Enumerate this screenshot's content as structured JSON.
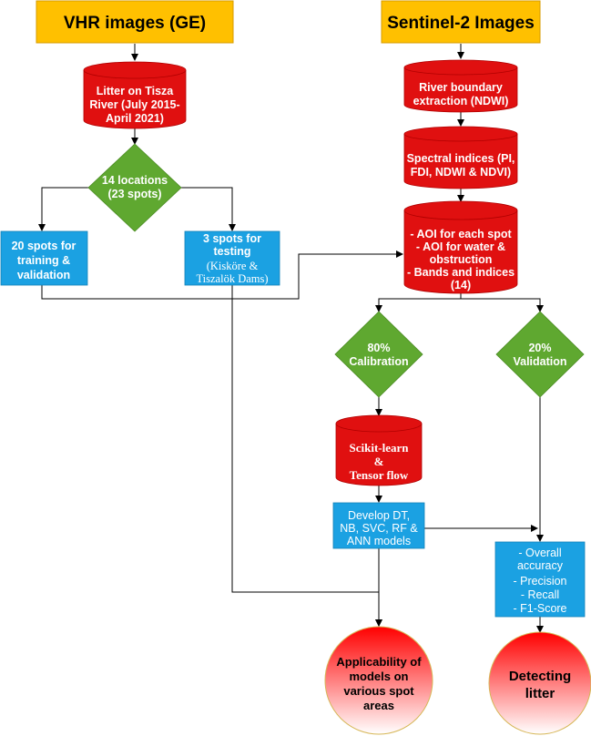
{
  "colors": {
    "header_fill": "#FFC000",
    "header_stroke": "#D79B00",
    "cylinder_fill": "#E01010",
    "diamond_fill": "#5FA830",
    "box_fill": "#1BA1E2",
    "terminal_top": "#FF0000",
    "terminal_bottom": "#FFFFFF",
    "terminal_stroke": "#D6B656"
  },
  "headers": {
    "vhr": "VHR images (GE)",
    "sentinel": "Sentinel-2 Images"
  },
  "left": {
    "litter_cyl": [
      "Litter on Tisza",
      "River (July 2015-",
      "April 2021)"
    ],
    "locations_diamond": [
      "14 locations",
      "(23 spots)"
    ],
    "training_box": [
      "20 spots for",
      "training &",
      "validation"
    ],
    "testing_box": [
      "3 spots for",
      "testing"
    ],
    "testing_box_sub": [
      "(Kisköre &",
      "Tiszalök Dams)"
    ]
  },
  "right": {
    "river_cyl": [
      "River boundary",
      "extraction (NDWI)"
    ],
    "spectral_cyl": [
      "Spectral indices (PI,",
      "FDI, NDWI & NDVI)"
    ],
    "aoi_cyl": [
      "- AOI for each spot",
      "- AOI for water &",
      "obstruction",
      "- Bands and indices",
      "(14)"
    ],
    "calibration_diamond": [
      "80%",
      "Calibration"
    ],
    "validation_diamond": [
      "20%",
      "Validation"
    ],
    "scikit_cyl": [
      "Scikit-learn",
      "&",
      "Tensor flow"
    ],
    "models_box": [
      "Develop DT,",
      "NB, SVC, RF &",
      "ANN models"
    ],
    "metrics_box": [
      "- Overall",
      "accuracy",
      "- Precision",
      "- Recall",
      "- F1-Score"
    ]
  },
  "terminals": {
    "applicability": [
      "Applicability of",
      "models on",
      "various spot",
      "areas"
    ],
    "detecting": [
      "Detecting",
      "litter"
    ]
  }
}
